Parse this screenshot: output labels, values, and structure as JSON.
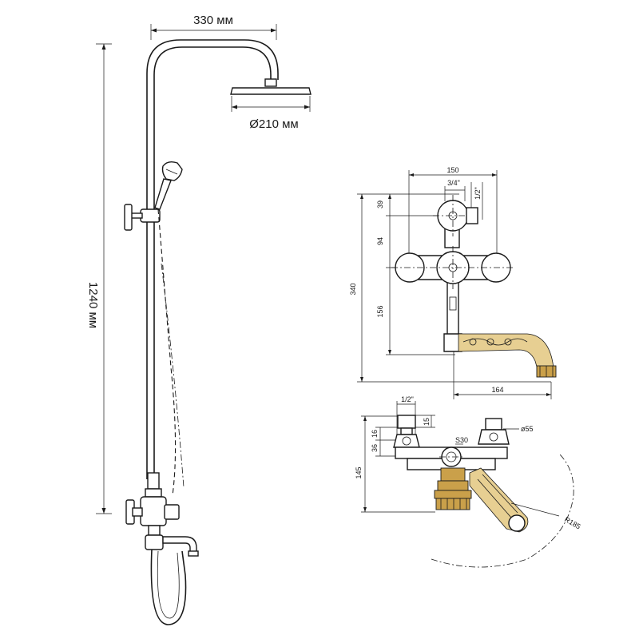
{
  "dimensions": {
    "top_width": "330 мм",
    "head_diameter": "Ø210 мм",
    "total_height": "1240 мм"
  },
  "front_view": {
    "d150": "150",
    "d34": "3/4\"",
    "d12": "1/2\"",
    "d39": "39",
    "d94": "94",
    "d340": "340",
    "d156": "156",
    "d164": "164"
  },
  "top_view": {
    "d12": "1/2\"",
    "d15": "15",
    "d16": "16",
    "d36": "36",
    "d145": "145",
    "dS30": "S30",
    "d55": "ø55",
    "dR185": "R185"
  },
  "colors": {
    "line": "#1a1a1a",
    "brass": "#caa04a",
    "brass_light": "#e7cf92"
  }
}
